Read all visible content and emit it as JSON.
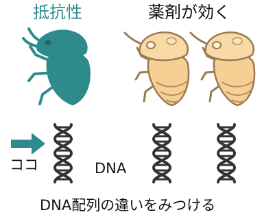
{
  "labels": {
    "resistant": "抵抗性",
    "drug_effective": "薬剤が効く",
    "dna": "DNA",
    "here": "ココ",
    "caption": "DNA配列の違いをみつける"
  },
  "colors": {
    "teal": "#2e8b8c",
    "bug_fill": "#f6cf95",
    "bug_outline": "#9a7a52",
    "helix": "#333333"
  },
  "icons": [
    "resistant-beetle-icon",
    "susceptible-beetle-icon",
    "dna-helix-icon",
    "arrow-right-icon"
  ]
}
